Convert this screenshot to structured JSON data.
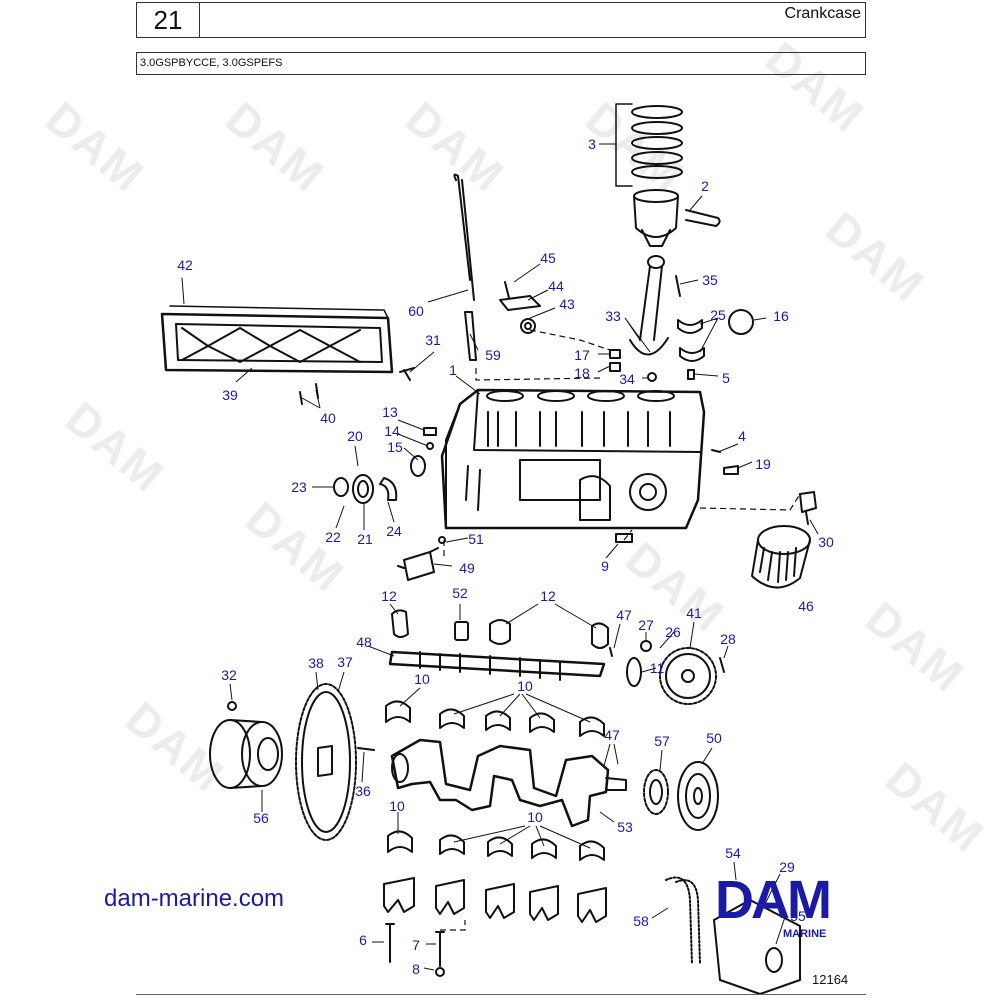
{
  "header": {
    "page_number": "21",
    "title": "Crankcase",
    "models": "3.0GSPBYCCE, 3.0GSPEFS"
  },
  "callouts": {
    "c1": "1",
    "c2": "2",
    "c3": "3",
    "c4": "4",
    "c5": "5",
    "c6": "6",
    "c7": "7",
    "c8": "8",
    "c9": "9",
    "c10a": "10",
    "c10b": "10",
    "c10c": "10",
    "c10d": "10",
    "c11": "11",
    "c12a": "12",
    "c12b": "12",
    "c13": "13",
    "c14": "14",
    "c15": "15",
    "c16": "16",
    "c17": "17",
    "c18": "18",
    "c19": "19",
    "c20": "20",
    "c21": "21",
    "c22": "22",
    "c23": "23",
    "c24": "24",
    "c25": "25",
    "c26": "26",
    "c27": "27",
    "c28": "28",
    "c29": "29",
    "c30": "30",
    "c31": "31",
    "c32": "32",
    "c33": "33",
    "c34": "34",
    "c35": "35",
    "c36": "36",
    "c37": "37",
    "c38": "38",
    "c39": "39",
    "c40": "40",
    "c41": "41",
    "c42": "42",
    "c43": "43",
    "c44": "44",
    "c45": "45",
    "c46": "46",
    "c47a": "47",
    "c47b": "47",
    "c48": "48",
    "c49": "49",
    "c50": "50",
    "c51": "51",
    "c52": "52",
    "c53": "53",
    "c54": "54",
    "c55": "55",
    "c56": "56",
    "c57": "57",
    "c58": "58",
    "c59": "59",
    "c60": "60"
  },
  "footer": {
    "website": "dam-marine.com",
    "logo_text": "DAM",
    "logo_sub": "MARINE",
    "figure_number": "12164"
  },
  "watermark_text": "DAM",
  "colors": {
    "callout": "#1a1aa6",
    "line_art": "#111111",
    "watermark": "#ececec"
  }
}
